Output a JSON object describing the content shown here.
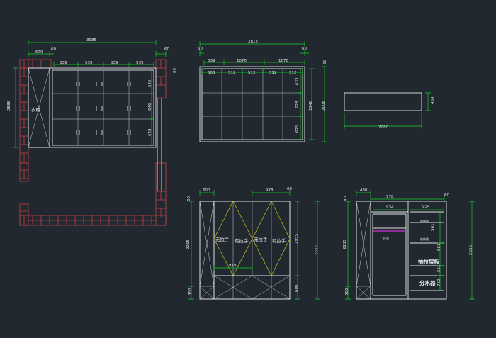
{
  "plan": {
    "dims": {
      "overall": "3985",
      "left": "570",
      "right_small": "60",
      "side_gap": "60",
      "seg1": "539",
      "seg2": "539",
      "seg3": "539",
      "seg4": "539",
      "row1": "646",
      "row2": "646",
      "row3": "648",
      "height": "2886",
      "left_small": "60"
    },
    "room_label": "衣柜"
  },
  "elevation": {
    "dims": {
      "overall": "2815",
      "left_small": "50",
      "right_small": "60",
      "right_small2": "60",
      "top1": "539",
      "top2": "1070",
      "top3": "1070",
      "col1": "503",
      "col2": "512",
      "col3": "512",
      "col4": "512",
      "col5": "512",
      "row1": "633",
      "row2": "628",
      "row3": "625",
      "inner_h": "1940",
      "outer_h": "2008"
    }
  },
  "small_box": {
    "width": "2080",
    "height": "450"
  },
  "front": {
    "dims": {
      "left_w": "600",
      "door_w": "978",
      "top_small": "60",
      "top_small_r": "60",
      "left_h": "2255",
      "base_h": "300",
      "right_h": "1955",
      "base_r": "600",
      "total_h": "2555",
      "inner_w": "978"
    },
    "doors": [
      "无拉手",
      "有拉手",
      "无拉手",
      "有拉手"
    ]
  },
  "section": {
    "dims": {
      "left_w": "480",
      "width": "978",
      "top_small": "40",
      "top_small_r": "60",
      "inner_w_l": "934",
      "inner_w_r": "934",
      "h1": "561",
      "h2": "561",
      "h3": "561",
      "h4": "762",
      "left_h": "2255",
      "base_h": "300",
      "total_h": "2555"
    },
    "labels": {
      "rod": "挂衣",
      "shelf1": "收纳格",
      "shelf2": "收纳格",
      "drawer": "抽拉层板",
      "bottom": "分水器"
    }
  },
  "colors": {
    "background": "#212830",
    "dimension": "#14d01f",
    "line": "#dfe3e3",
    "brick": "#c64343",
    "door_diagonal": "#b9b51c",
    "rod": "#d02fd0"
  }
}
